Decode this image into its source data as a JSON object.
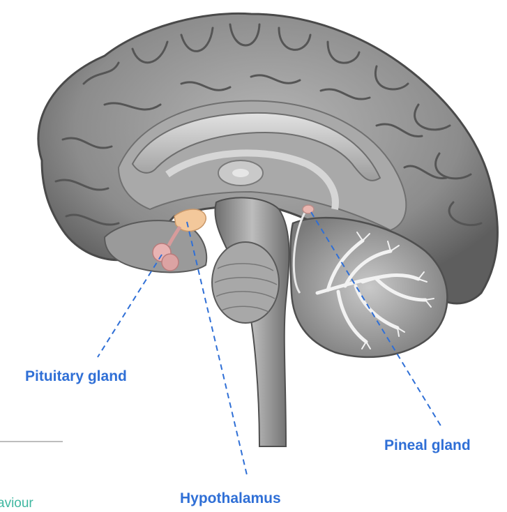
{
  "labels": {
    "pituitary": "Pituitary gland",
    "hypothalamus": "Hypothalamus",
    "pineal": "Pineal gland"
  },
  "partial_text": "aviour",
  "colors": {
    "label": "#2f6fd6",
    "leader_line": "#2f6fd6",
    "brain_gray": "#8a8a8a",
    "gland_pink": "#e8b3b3",
    "hypothalamus_orange": "#f3c89b",
    "partial_text": "#3fb7a0",
    "divider": "#bdbdbd"
  }
}
